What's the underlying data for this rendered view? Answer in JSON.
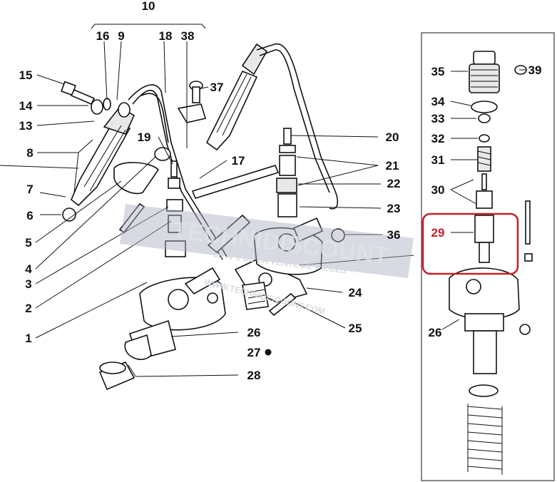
{
  "diagram": {
    "labels": {
      "n1": "1",
      "n2": "2",
      "n3": "3",
      "n4": "4",
      "n5": "5",
      "n6": "6",
      "n7": "7",
      "n8": "8",
      "n9": "9",
      "n10": "10",
      "n13": "13",
      "n14": "14",
      "n15": "15",
      "n16": "16",
      "n17": "17",
      "n18": "18",
      "n19": "19",
      "n20": "20",
      "n21": "21",
      "n22": "22",
      "n23": "23",
      "n24": "24",
      "n25": "25",
      "n26": "26",
      "n26b": "26",
      "n27": "27",
      "n28": "28",
      "n29": "29",
      "n30": "30",
      "n31": "31",
      "n32": "32",
      "n33": "33",
      "n34": "34",
      "n35": "35",
      "n36": "36",
      "n37": "37",
      "n38": "38",
      "n39": "39"
    },
    "highlight_color": "#c8202a"
  },
  "watermark": {
    "brand": "TECHNIDISCOUNT",
    "tagline": "LE N°1 DE LA VENTE DE PIECES",
    "url": "WWW.TECHNIDISCOUNT.COM"
  }
}
